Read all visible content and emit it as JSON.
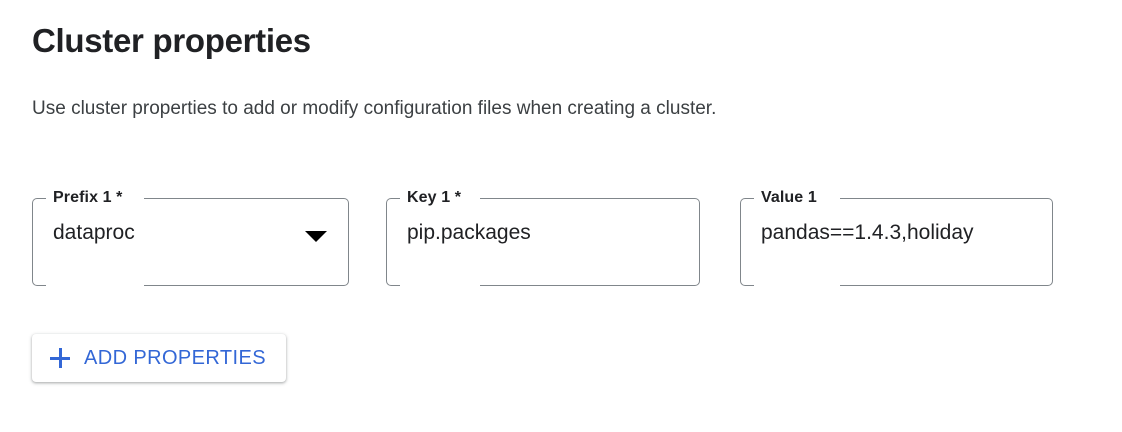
{
  "section": {
    "title": "Cluster properties",
    "description": "Use cluster properties to add or modify configuration files when creating a cluster."
  },
  "fields": [
    {
      "name": "prefix",
      "label": "Prefix 1 *",
      "value": "dataproc",
      "type": "select",
      "icon": "chevron-down-icon",
      "required": true
    },
    {
      "name": "key",
      "label": "Key 1 *",
      "value": "pip.packages",
      "type": "text",
      "required": true
    },
    {
      "name": "value",
      "label": "Value 1",
      "value": "pandas==1.4.3,holiday",
      "type": "text",
      "required": false
    }
  ],
  "actions": {
    "add_properties_label": "ADD PROPERTIES",
    "add_properties_icon": "plus-icon"
  },
  "colors": {
    "accent": "#3367d6",
    "text_primary": "#202124",
    "text_secondary": "#3c4043",
    "outline": "#80868b",
    "background": "#ffffff"
  }
}
